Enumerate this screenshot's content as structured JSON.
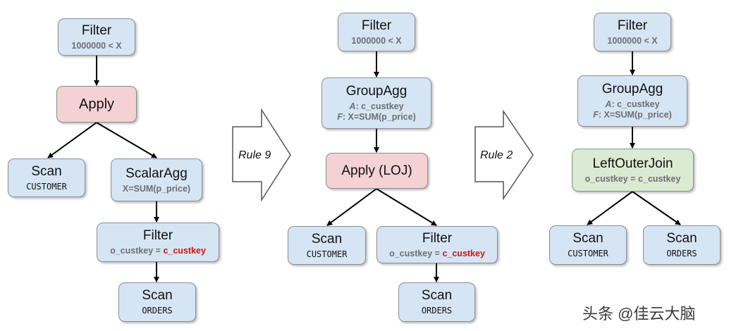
{
  "diagram1": {
    "filter": {
      "title": "Filter",
      "cond": "1000000 < X"
    },
    "apply": {
      "title": "Apply"
    },
    "scan_customer": {
      "title": "Scan",
      "table": "CUSTOMER"
    },
    "scalaragg": {
      "title": "ScalarAgg",
      "expr": "X=SUM(p_price)"
    },
    "filter2": {
      "title": "Filter",
      "cond_left": "o_custkey = ",
      "cond_right": "c_custkey"
    },
    "scan_orders": {
      "title": "Scan",
      "table": "ORDERS"
    }
  },
  "rule9": {
    "label": "Rule 9"
  },
  "diagram2": {
    "filter": {
      "title": "Filter",
      "cond": "1000000 < X"
    },
    "groupagg": {
      "title": "GroupAgg",
      "a_prefix": "A",
      "a_value": ": c_custkey",
      "f_prefix": "F",
      "f_value": ": X=SUM(p_price)"
    },
    "apply": {
      "title": "Apply (LOJ)"
    },
    "scan_customer": {
      "title": "Scan",
      "table": "CUSTOMER"
    },
    "filter2": {
      "title": "Filter",
      "cond_left": "o_custkey = ",
      "cond_right": "c_custkey"
    },
    "scan_orders": {
      "title": "Scan",
      "table": "ORDERS"
    }
  },
  "rule2": {
    "label": "Rule 2"
  },
  "diagram3": {
    "filter": {
      "title": "Filter",
      "cond": "1000000 < X"
    },
    "groupagg": {
      "title": "GroupAgg",
      "a_prefix": "A",
      "a_value": ": c_custkey",
      "f_prefix": "F",
      "f_value": ": X=SUM(p_price)"
    },
    "join": {
      "title": "LeftOuterJoin",
      "cond": "o_custkey = c_custkey"
    },
    "scan_customer": {
      "title": "Scan",
      "table": "CUSTOMER"
    },
    "scan_orders": {
      "title": "Scan",
      "table": "ORDERS"
    }
  },
  "watermark": "头条 @佳云大脑",
  "colors": {
    "operator_blue": "#d6e5f4",
    "apply_pink": "#f4d2d4",
    "join_green": "#dbead2",
    "highlight_red": "#c91818"
  }
}
